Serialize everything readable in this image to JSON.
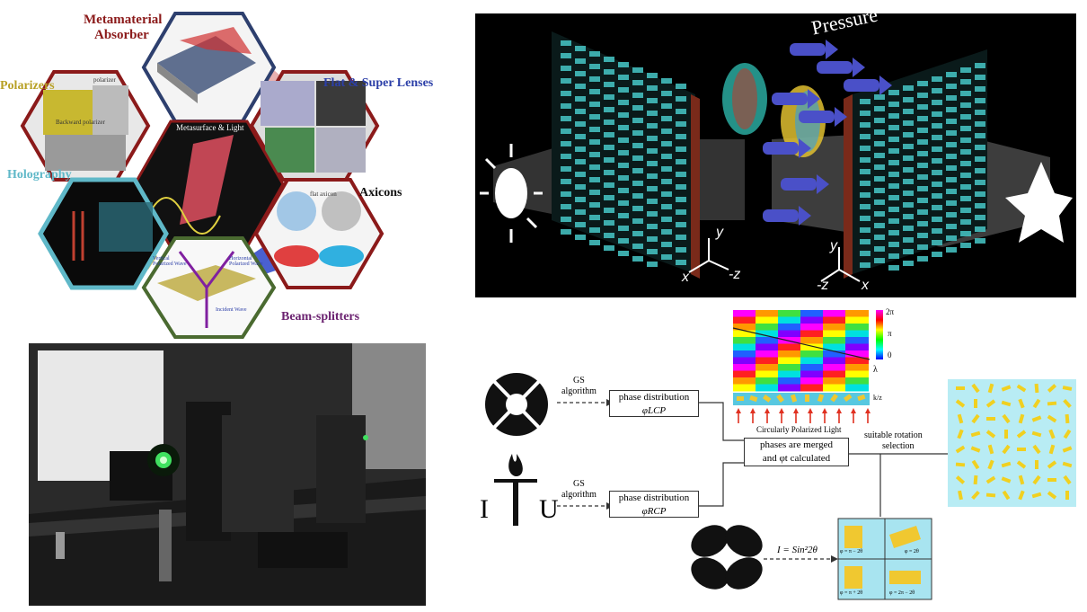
{
  "panels": {
    "overview": {
      "labels": {
        "metamaterial": "Metamaterial",
        "absorber": "Absorber",
        "polarizers": "Polarizers",
        "flat_lenses": "Flat & Super Lenses",
        "holography": "Holography",
        "axicons": "Axicons",
        "beam_splitters": "Beam-splitters",
        "center": "Metasurface & Light"
      },
      "sub_labels": {
        "polarizer": "polarizer",
        "backward_polarizer": "Backward polarizer",
        "incident_wave": "Incident Wave",
        "vertical": "Vertical Polarized Wave",
        "horizontal": "Horizontal Polarized Wave",
        "flat_axicon": "flat axicon"
      },
      "colors": {
        "metamaterial": "#8b1a1a",
        "polarizers": "#b8a024",
        "flat_lenses": "#2c3fa8",
        "holography": "#5fb8c8",
        "axicons": "#111111",
        "beam_splitters": "#6b2270"
      }
    },
    "pressure": {
      "label": "Pressure",
      "left_axes": {
        "y": "y",
        "x": "x",
        "z": "-z"
      },
      "right_axes": {
        "y": "y",
        "x": "x",
        "z": "-z"
      }
    },
    "lab_photo": {},
    "schematic": {
      "gs_top": "GS\nalgorithm",
      "gs_bottom": "GS\nalgorithm",
      "phase_lcp": "phase distribution",
      "phase_lcp_sym": "φLCP",
      "phase_rcp": "phase distribution",
      "phase_rcp_sym": "φRCP",
      "merged_1": "phases are merged",
      "merged_2": "and φt calculated",
      "circular": "Circularly Polarized Light",
      "suitable_1": "suitable rotation",
      "suitable_2": "selection",
      "intensity": "I = Sin²2θ",
      "colorbar_top": "2π",
      "colorbar_mid": "π",
      "colorbar_bottom": "0",
      "lambda": "λ",
      "kz": "k/z",
      "itu_i": "I",
      "itu_u": "U",
      "q_labels": [
        "φ = π − 2θ",
        "φ = 2θ",
        "φ = π + 2θ",
        "φ = 2π − 2θ"
      ]
    }
  }
}
